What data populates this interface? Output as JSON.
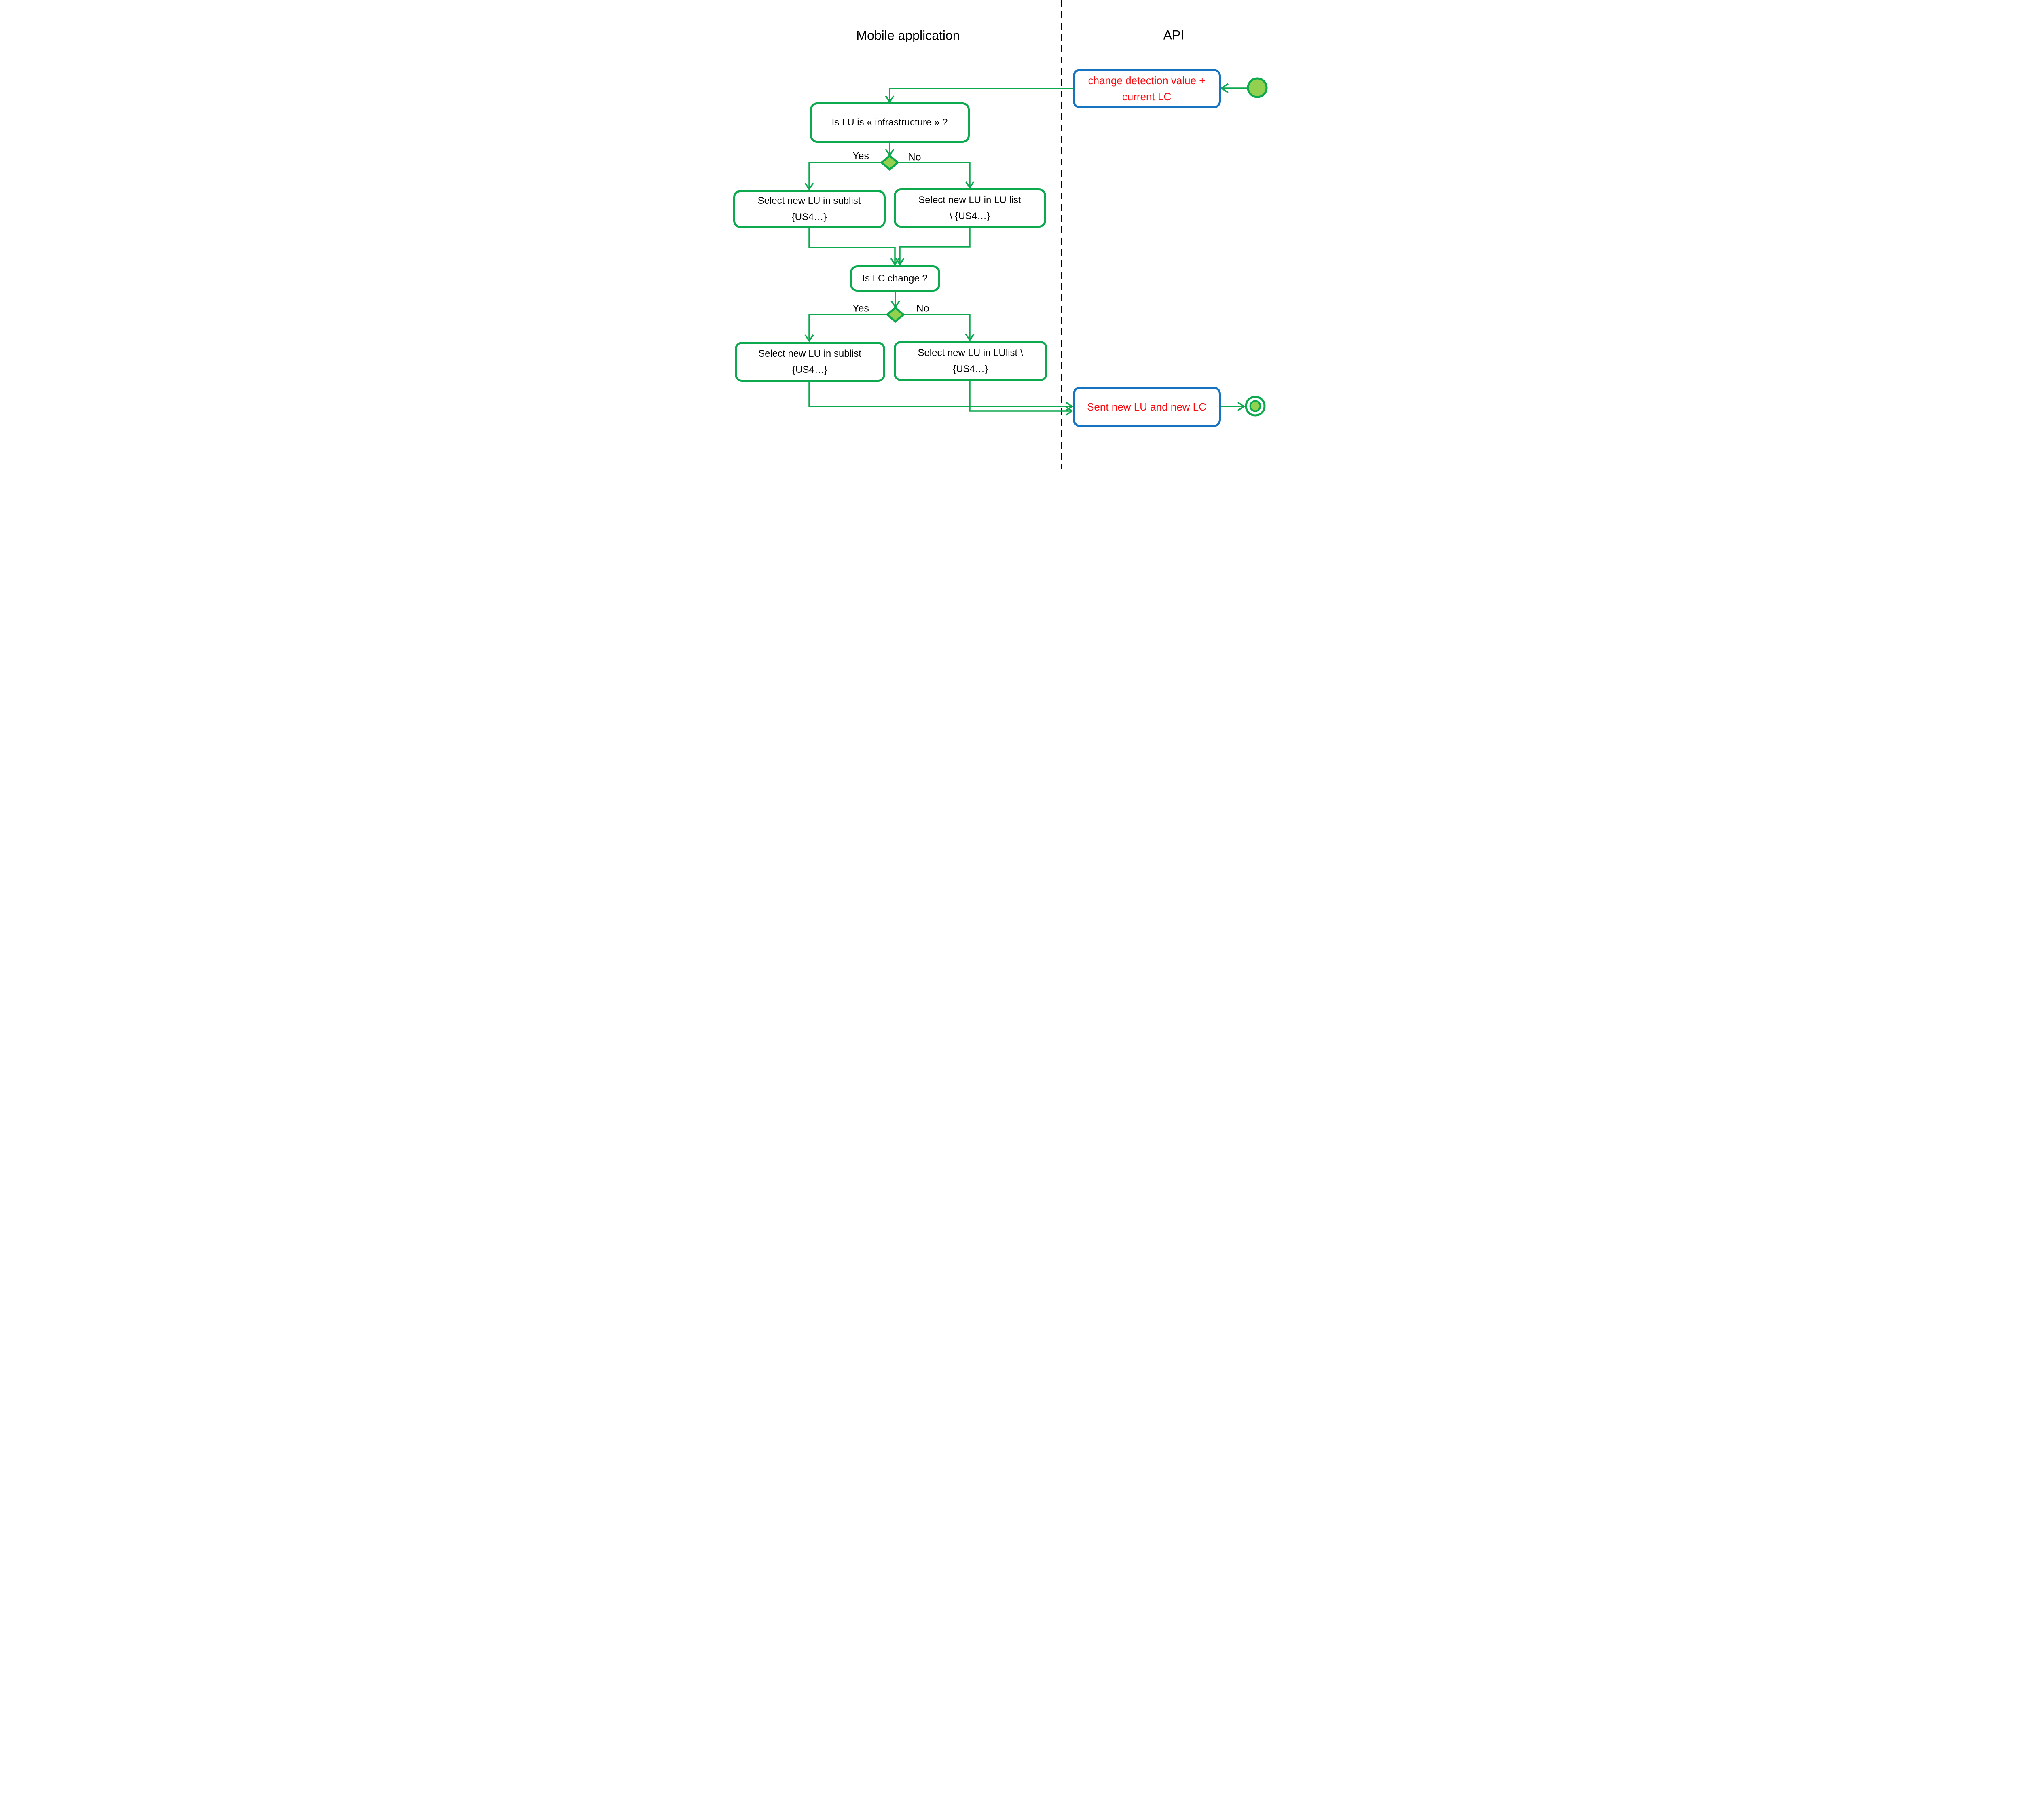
{
  "diagram": {
    "lanes": {
      "mobile": {
        "title": "Mobile application"
      },
      "api": {
        "title": "API"
      }
    },
    "nodes": {
      "change_detection": {
        "line1": "change detection value +",
        "line2": "current LC"
      },
      "is_lu_infrastructure": {
        "label": "Is LU is « infrastructure » ?"
      },
      "select_sublist_top": {
        "line1": "Select new LU in sublist",
        "line2": "{US4…}"
      },
      "select_lu_list_top": {
        "line1": "Select new LU in LU list",
        "line2": "\\ {US4…}"
      },
      "is_lc_change": {
        "label": "Is LC change ?"
      },
      "select_sublist_bottom": {
        "line1": "Select new LU in sublist",
        "line2": "{US4…}"
      },
      "select_lu_list_bottom": {
        "line1": "Select new LU in LUlist \\",
        "line2": "{US4…}"
      },
      "sent_new_lu_lc": {
        "label": "Sent new LU and new LC"
      }
    },
    "decisions": {
      "decision1": {
        "yes": "Yes",
        "no": "No"
      },
      "decision2": {
        "yes": "Yes",
        "no": "No"
      }
    },
    "colors": {
      "flow_green": "#0DA94F",
      "node_fill_light_green": "#92D050",
      "api_border_blue": "#1573BF",
      "api_text_red": "#FB0C10",
      "lane_separator_black": "#000000"
    }
  }
}
